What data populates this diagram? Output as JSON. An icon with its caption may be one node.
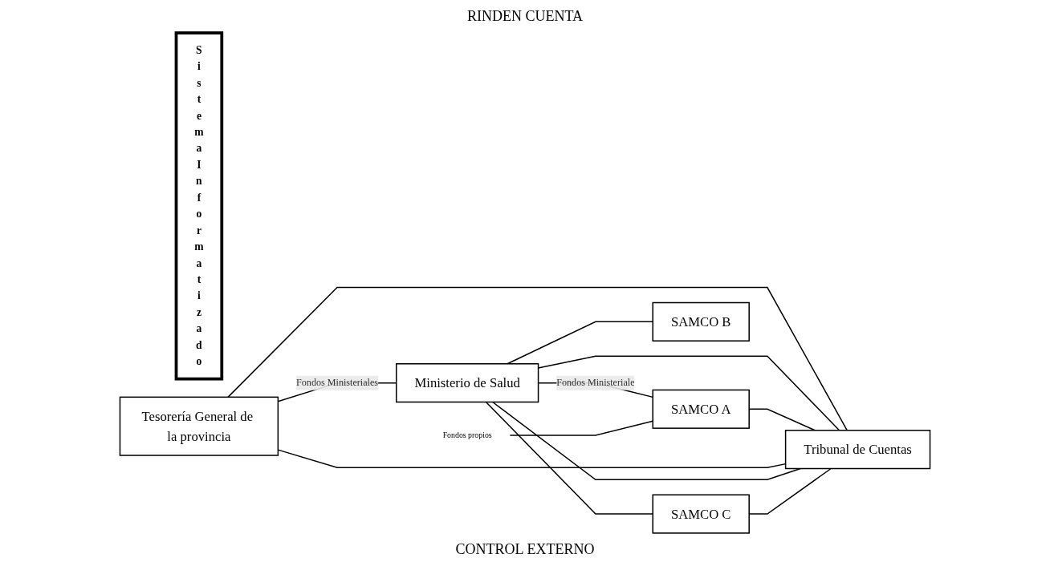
{
  "diagram": {
    "nodes": [
      {
        "text": [
          "SistemaInformatizado"
        ]
      },
      {
        "text": [
          "Tesorería General de la provincia"
        ]
      },
      {
        "text": [
          "Ministerio de Salud"
        ]
      },
      {
        "text": [
          "SAMCO A"
        ]
      },
      {
        "text": [
          "SAMCO B"
        ]
      },
      {
        "text": [
          "SAMCO C"
        ]
      },
      {
        "text": [
          "Tribunal de Cuentas"
        ]
      },
      {
        "text": [
          "Fondos propios"
        ]
      }
    ],
    "edges": [
      {
        "from": 1,
        "to": 2,
        "arrow": "none",
        "label": "Fondos Ministeriales"
      },
      {
        "from": 2,
        "to": 3,
        "arrow": "none",
        "label": "Fondos Ministeriale"
      },
      {
        "from": 2,
        "to": 4,
        "arrow": "none"
      },
      {
        "from": 2,
        "to": 5,
        "arrow": "none"
      },
      {
        "from": 7,
        "to": 3,
        "arrow": "none"
      },
      {
        "from": 1,
        "to": 6,
        "arrow": "none"
      },
      {
        "from": 2,
        "to": 6,
        "arrow": "none"
      },
      {
        "from": 3,
        "to": 6,
        "arrow": "none"
      },
      {
        "from": 1,
        "to": 6,
        "arrow": "none"
      },
      {
        "from": 2,
        "to": 6,
        "arrow": "none"
      },
      {
        "from": 5,
        "to": 6,
        "arrow": "none"
      }
    ],
    "labels": [
      "RINDEN CUENTA",
      "CONTROL EXTERNO"
    ]
  }
}
